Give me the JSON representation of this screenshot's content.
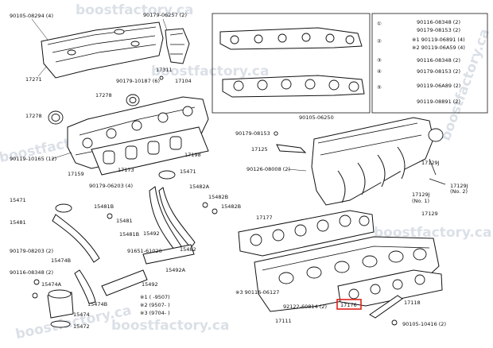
{
  "labels": {
    "p90105_08294": "90105-08294 (4)",
    "p90179_06257": "90179-06257 (2)",
    "p17271": "17271",
    "p17311": "17311",
    "p90179_10187": "90179-10187 (6)",
    "p17104": "17104",
    "p17278a": "17278",
    "p17278b": "17278",
    "p90119_10165": "90119-10165 (12)",
    "p17173": "17173",
    "p17159": "17159",
    "p17198": "17198",
    "p90179_06203": "90179-06203 (4)",
    "p15471a": "15471",
    "p15471b": "15471",
    "p15482a": "15482A",
    "p15482b": "15482B",
    "p15482c": "15482B",
    "p15481b1": "15481B",
    "p15481": "15481",
    "p15481b2": "15481B",
    "p15492a": "15492",
    "p91651": "91651-61020",
    "p15482": "15482",
    "p90179_08203": "90179-08203 (2)",
    "p15474b1": "15474B",
    "p90116_08348": "90116-08348 (2)",
    "p15474a": "15474A",
    "p15492a2": "15492A",
    "p15492": "15492",
    "p15474b2": "15474B",
    "p15474": "15474",
    "p15472": "15472",
    "p90105_06250": "90105-06250",
    "p90179_08153": "90179-08153",
    "p17125": "17125",
    "p90126_08008": "90126-08008 (2)",
    "p17177": "17177",
    "p17129j": "17129J",
    "p17129j2": "17129J",
    "p17129": "17129",
    "no1": "(No. 1)",
    "no2": "(No. 2)",
    "p90116_06127": "※3 90116-06127",
    "p92122": "92122-60814 (2)",
    "p17176": "17176",
    "p17118": "17118",
    "p17111": "17111",
    "p90105_10416": "90105-10416 (2)",
    "note1": "※1 (     -9507)",
    "note2": "※2 (9507-    )",
    "note3": "※3 (9704-    )"
  },
  "legend": {
    "rows": [
      {
        "num": "①",
        "text": "90116-08348 (2)",
        "text2": "90179-08153 (2)"
      },
      {
        "num": "②",
        "text": "※1 90119-06891 (4)",
        "text2": "※2 90119-06A59 (4)"
      },
      {
        "num": "③",
        "text": "90116-08348 (2)",
        "text2": ""
      },
      {
        "num": "④",
        "text": "90179-08153 (2)",
        "text2": ""
      },
      {
        "num": "⑤",
        "text": "90119-06A89 (2)",
        "text2": "90119-08891 (2)"
      }
    ]
  },
  "watermark": {
    "text": "boostfactory.ca"
  },
  "highlight": {
    "part": "17176",
    "color": "#e0221a"
  }
}
